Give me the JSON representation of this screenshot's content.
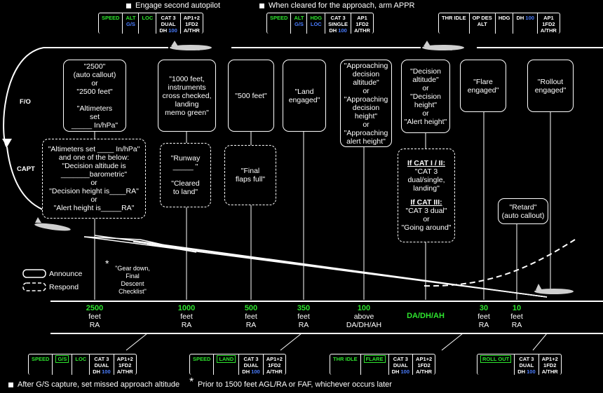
{
  "top_notes": {
    "engage": "Engage second autopilot",
    "appr": "When cleared for the approach, arm APPR"
  },
  "bottom_notes": {
    "ga_alt": "After G/S capture, set missed approach altitude",
    "asterisk": "*",
    "prior": "Prior to 1500 feet AGL/RA or FAF, whichever occurs later"
  },
  "roles": {
    "fo": "F/O",
    "capt": "CAPT"
  },
  "legend": {
    "announce": "Announce",
    "respond": "Respond"
  },
  "gear_note": {
    "star": "*",
    "text": "\"Gear down,\nFinal\nDescent\nChecklist\""
  },
  "fma_top": [
    [
      {
        "a": "SPEED",
        "c": "green"
      },
      {
        "a": "ALT",
        "b": "G/S",
        "c": "green",
        "cb": "blue"
      },
      {
        "a": "LOC",
        "c": "green"
      },
      {
        "a": "CAT 3",
        "b": "DUAL",
        "d": "DH",
        "e": "100"
      },
      {
        "a": "AP1+2",
        "b": "1FD2",
        "d": "A/THR"
      }
    ],
    [
      {
        "a": "SPEED",
        "c": "green"
      },
      {
        "a": "ALT",
        "b": "G/S",
        "c": "green",
        "cb": "blue"
      },
      {
        "a": "HDG",
        "b": "LOC",
        "c": "green",
        "cb": "blue"
      },
      {
        "a": "CAT 3",
        "b": "SINGLE",
        "d": "DH",
        "e": "100"
      },
      {
        "a": "AP1",
        "b": "1FD2",
        "d": "A/THR"
      }
    ],
    [
      {
        "a": "THR IDLE"
      },
      {
        "a": "OP DES",
        "b": "ALT"
      },
      {
        "a": "HDG"
      },
      {
        "a": "",
        "b": "",
        "d": "DH",
        "e": "100"
      },
      {
        "a": "AP1",
        "b": "1FD2",
        "d": "A/THR"
      }
    ]
  ],
  "fma_bottom": [
    [
      {
        "a": "SPEED",
        "c": "green"
      },
      {
        "a": "G/S",
        "c": "green",
        "box": true
      },
      {
        "a": "LOC",
        "c": "green"
      },
      {
        "a": "CAT 3",
        "b": "DUAL",
        "d": "DH",
        "e": "100"
      },
      {
        "a": "AP1+2",
        "b": "1FD2",
        "d": "A/THR"
      }
    ],
    [
      {
        "a": "SPEED",
        "c": "green"
      },
      {
        "a": "LAND",
        "c": "green",
        "box": true
      },
      {
        "a": "CAT 3",
        "b": "DUAL",
        "d": "DH",
        "e": "100"
      },
      {
        "a": "AP1+2",
        "b": "1FD2",
        "d": "A/THR"
      }
    ],
    [
      {
        "a": "THR IDLE",
        "c": "green"
      },
      {
        "a": "FLARE",
        "c": "green",
        "box": true
      },
      {
        "a": "CAT 3",
        "b": "DUAL",
        "d": "DH",
        "e": "100"
      },
      {
        "a": "AP1+2",
        "b": "1FD2",
        "d": "A/THR"
      }
    ],
    [
      {
        "a": "ROLL OUT",
        "c": "green",
        "box": true
      },
      {
        "a": "CAT 3",
        "b": "DUAL",
        "d": "DH",
        "e": "100"
      },
      {
        "a": "AP1+2",
        "b": "1FD2",
        "d": "A/THR"
      }
    ]
  ],
  "fo_callouts": [
    "\"2500\"\n(auto callout)\nor\n\"2500 feet\"\n\n\"Altimeters\nset\n_____ In/hPa\"",
    "\"1000 feet,\ninstruments\ncross checked,\nlanding\nmemo green\"",
    "\"500 feet\"",
    "\"Land\nengaged\"",
    "\"Approaching\ndecision\naltitude\"\nor\n\"Approaching\ndecision\nheight\"\nor\n\"Approaching\nalert height\"",
    "\"Decision\naltitude\"\nor\n\"Decision\nheight\"\nor\n\"Alert height\"",
    "\"Flare\nengaged\"",
    "\"Rollout\nengaged\""
  ],
  "capt_responses": {
    "first": "\"Altimeters set ____ In/hPa\"\nand one of the below:\n\"Decision altitude is\n_______barometric\"\nor\n\"Decision height is____RA\"\nor\n\"Alert height is_____RA\"",
    "runway": "\"Runway\n_____ \"\n\n\"Cleared\nto land\"",
    "final": "\"Final\nflaps full\"",
    "cat_1_2": "If CAT I / II:",
    "cat_1_2_text": "\"CAT 3\ndual/single,\nlanding\"",
    "cat_3": "If CAT III:",
    "cat_3_text": "\"CAT 3 dual\"\nor\n\"Going around\"",
    "retard": "\"Retard\"\n(auto callout)"
  },
  "altitudes": [
    {
      "v": "2500",
      "l": "feet\nRA"
    },
    {
      "v": "1000",
      "l": "feet\nRA"
    },
    {
      "v": "500",
      "l": "feet\nRA"
    },
    {
      "v": "350",
      "l": "feet\nRA"
    },
    {
      "v": "100",
      "l": "above\nDA/DH/AH"
    },
    {
      "v": "DA/DH/AH",
      "l": ""
    },
    {
      "v": "30",
      "l": "feet\nRA"
    },
    {
      "v": "10",
      "l": "feet\nRA"
    }
  ]
}
